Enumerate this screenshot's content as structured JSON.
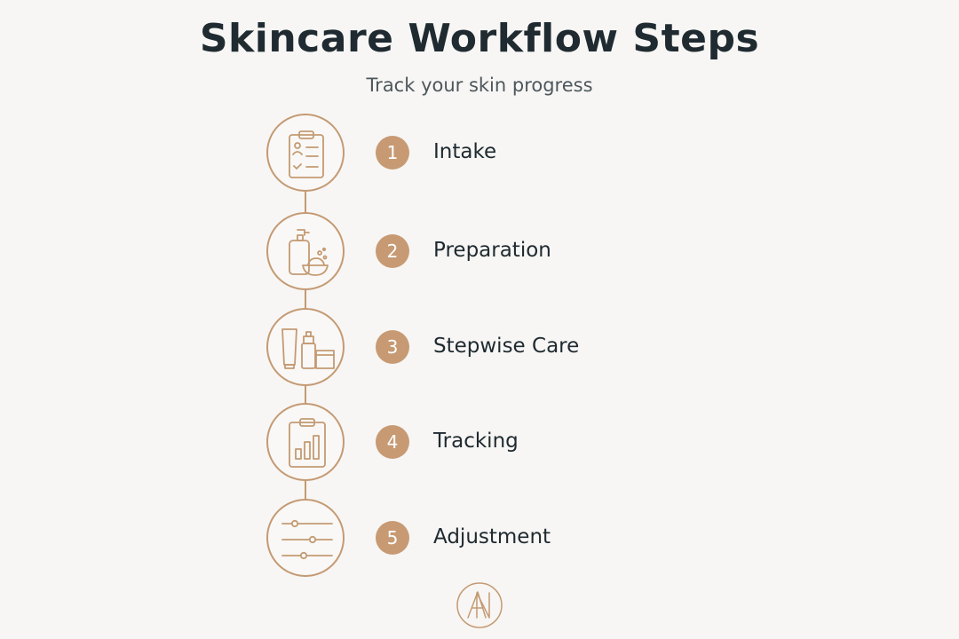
{
  "header": {
    "title": "Skincare Workflow Steps",
    "subtitle": "Track your skin progress"
  },
  "steps": [
    {
      "number": "1",
      "label": "Intake",
      "icon": "clipboard-checklist-icon"
    },
    {
      "number": "2",
      "label": "Preparation",
      "icon": "pump-bottle-bowl-icon"
    },
    {
      "number": "3",
      "label": "Stepwise Care",
      "icon": "skincare-products-icon"
    },
    {
      "number": "4",
      "label": "Tracking",
      "icon": "clipboard-chart-icon"
    },
    {
      "number": "5",
      "label": "Adjustment",
      "icon": "sliders-icon"
    }
  ],
  "colors": {
    "accent": "#c49a73",
    "title": "#1f2b31",
    "background": "#f7f6f4"
  },
  "logo": {
    "icon": "monogram-logo-icon"
  }
}
